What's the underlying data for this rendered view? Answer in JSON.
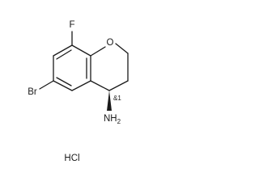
{
  "molecule": {
    "atoms": {
      "fluorine": "F",
      "oxygen": "O",
      "bromine": "Br",
      "amine": "NH",
      "amine_subscript": "2",
      "stereo_label": "&1"
    },
    "salt": "HCl"
  }
}
